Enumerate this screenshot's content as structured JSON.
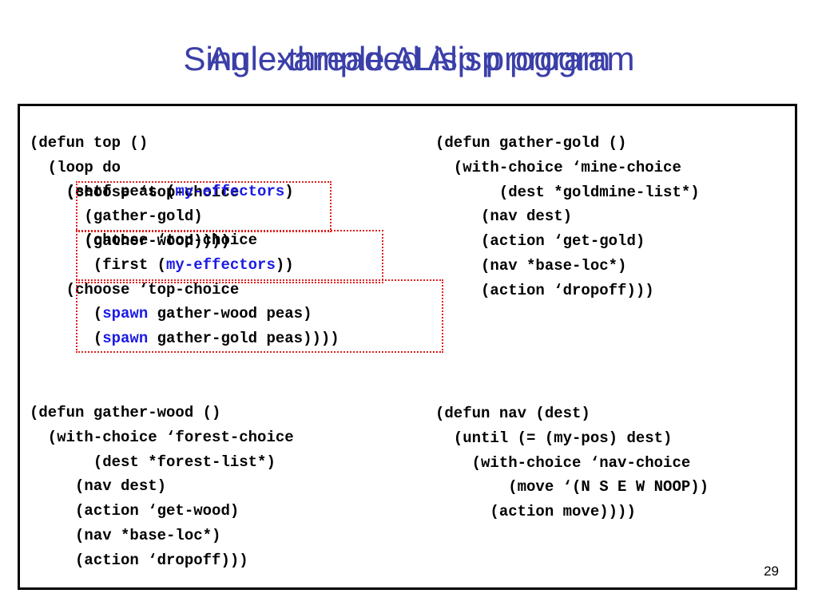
{
  "slide": {
    "title_back": "An example ALisp program",
    "title_front": "Single-threaded Alisp program",
    "page_number": "29"
  },
  "code": {
    "top": {
      "l1": "(defun top ()",
      "l2": "  (loop do",
      "l3": "    (choose ‘top-choice",
      "l4": "      (gather-gold)",
      "l5": "      (gather-wood))))",
      "ov_l1a": "    (setf peas (",
      "ov_l1b": "my-effectors",
      "ov_l1c": ")",
      "ov_l2": "      (choose ‘top-choice",
      "ov_l3a": "       (first (",
      "ov_l3b": "my-effectors",
      "ov_l3c": "))",
      "ov_l4": "    (choose ‘top-choice",
      "ov_l5a": "       (",
      "ov_l5b": "spawn",
      "ov_l5c": " gather-wood peas)",
      "ov_l6a": "       (",
      "ov_l6b": "spawn",
      "ov_l6c": " gather-gold peas))))"
    },
    "gather_gold": [
      "(defun gather-gold ()",
      "  (with-choice ‘mine-choice",
      "       (dest *goldmine-list*)",
      "     (nav dest)",
      "     (action ‘get-gold)",
      "     (nav *base-loc*)",
      "     (action ‘dropoff)))"
    ],
    "gather_wood": [
      "(defun gather-wood ()",
      "  (with-choice ‘forest-choice",
      "       (dest *forest-list*)",
      "     (nav dest)",
      "     (action ‘get-wood)",
      "     (nav *base-loc*)",
      "     (action ‘dropoff)))"
    ],
    "nav": [
      "(defun nav (dest)",
      "  (until (= (my-pos) dest)",
      "    (with-choice ‘nav-choice",
      "        (move ‘(N S E W NOOP))",
      "      (action move))))"
    ]
  },
  "colors": {
    "title": "#3b3fa8",
    "keyword": "#1a1ae6",
    "highlight_box": "#e02020"
  }
}
